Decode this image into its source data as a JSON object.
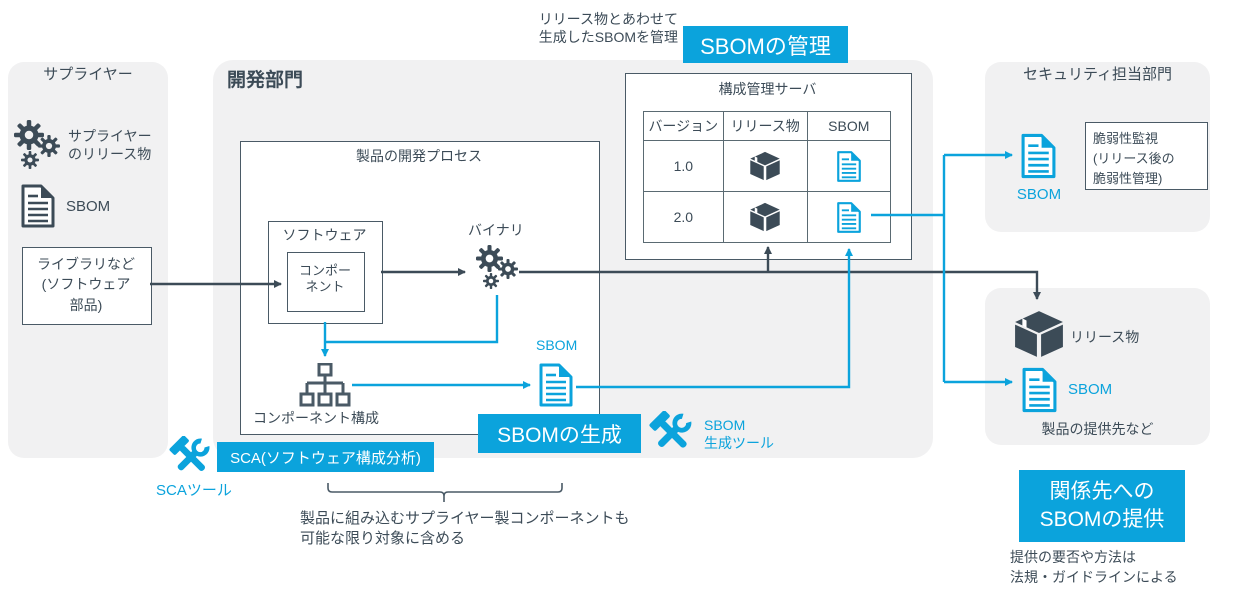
{
  "colors": {
    "accent_cyan": "#0ba3dc",
    "dark_slate": "#3c4b57",
    "panel_gray": "#f1f1f2"
  },
  "top": {
    "note_line1": "リリース物とあわせて",
    "note_line2": "生成したSBOMを管理",
    "management_label": "SBOMの管理"
  },
  "supplier_panel": {
    "title": "サプライヤー",
    "release_label_line1": "サプライヤー",
    "release_label_line2": "のリリース物",
    "sbom_label": "SBOM",
    "library_box_line1": "ライブラリなど",
    "library_box_line2": "(ソフトウェア",
    "library_box_line3": "部品)"
  },
  "dev_panel": {
    "title": "開発部門",
    "process_box_title": "製品の開発プロセス",
    "software_label": "ソフトウェア",
    "component_line1": "コンポー",
    "component_line2": "ネント",
    "binary_label": "バイナリ",
    "component_structure_label": "コンポーネント構成",
    "sbom_label": "SBOM",
    "generation_label": "SBOMの生成",
    "gen_tool_line1": "SBOM",
    "gen_tool_line2": "生成ツール"
  },
  "server_box": {
    "title": "構成管理サーバ",
    "columns": [
      "バージョン",
      "リリース物",
      "SBOM"
    ],
    "rows": [
      {
        "version": "1.0"
      },
      {
        "version": "2.0"
      }
    ]
  },
  "security_panel": {
    "title": "セキュリティ担当部門",
    "sbom_label": "SBOM",
    "vuln_box_line1": "脆弱性監視",
    "vuln_box_line2": "(リリース後の",
    "vuln_box_line3": "脆弱性管理)"
  },
  "recipient_panel": {
    "release_label": "リリース物",
    "sbom_label": "SBOM",
    "footer": "製品の提供先など"
  },
  "provision": {
    "box_line1": "関係先への",
    "box_line2": "SBOMの提供",
    "note_line1": "提供の要否や方法は",
    "note_line2": "法規・ガイドラインによる"
  },
  "sca": {
    "tool_label": "SCAツール",
    "box_label": "SCA(ソフトウェア構成分析)",
    "note_line1": "製品に組み込むサプライヤー製コンポーネントも",
    "note_line2": "可能な限り対象に含める"
  }
}
